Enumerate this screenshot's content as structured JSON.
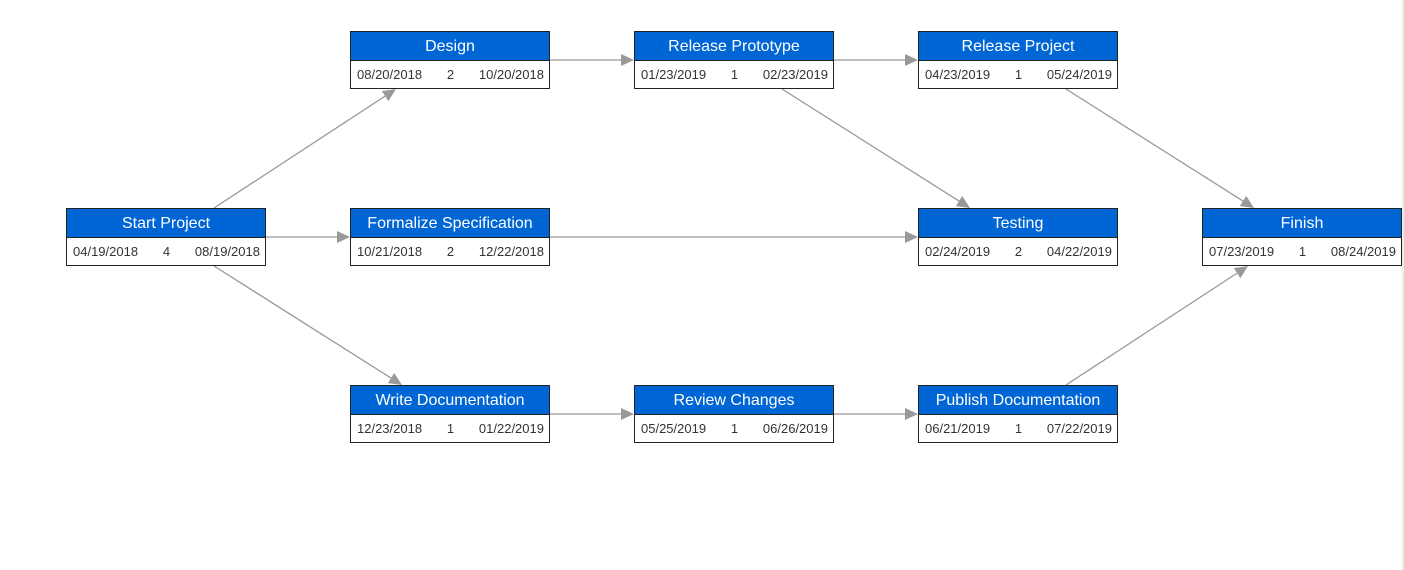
{
  "colors": {
    "node_header": "#0066d6",
    "edge": "#999999",
    "border": "#222222"
  },
  "nodes": {
    "start": {
      "title": "Start Project",
      "start": "04/19/2018",
      "duration": "4",
      "end": "08/19/2018"
    },
    "design": {
      "title": "Design",
      "start": "08/20/2018",
      "duration": "2",
      "end": "10/20/2018"
    },
    "formalize": {
      "title": "Formalize Specification",
      "start": "10/21/2018",
      "duration": "2",
      "end": "12/22/2018"
    },
    "writedoc": {
      "title": "Write Documentation",
      "start": "12/23/2018",
      "duration": "1",
      "end": "01/22/2019"
    },
    "prototype": {
      "title": "Release Prototype",
      "start": "01/23/2019",
      "duration": "1",
      "end": "02/23/2019"
    },
    "review": {
      "title": "Review Changes",
      "start": "05/25/2019",
      "duration": "1",
      "end": "06/26/2019"
    },
    "releaseproj": {
      "title": "Release Project",
      "start": "04/23/2019",
      "duration": "1",
      "end": "05/24/2019"
    },
    "testing": {
      "title": "Testing",
      "start": "02/24/2019",
      "duration": "2",
      "end": "04/22/2019"
    },
    "publishdoc": {
      "title": "Publish Documentation",
      "start": "06/21/2019",
      "duration": "1",
      "end": "07/22/2019"
    },
    "finish": {
      "title": "Finish",
      "start": "07/23/2019",
      "duration": "1",
      "end": "08/24/2019"
    }
  },
  "edges": [
    {
      "from": "start",
      "to": "design"
    },
    {
      "from": "start",
      "to": "formalize"
    },
    {
      "from": "start",
      "to": "writedoc"
    },
    {
      "from": "design",
      "to": "prototype"
    },
    {
      "from": "formalize",
      "to": "testing"
    },
    {
      "from": "writedoc",
      "to": "review"
    },
    {
      "from": "prototype",
      "to": "releaseproj"
    },
    {
      "from": "prototype",
      "to": "testing"
    },
    {
      "from": "review",
      "to": "publishdoc"
    },
    {
      "from": "releaseproj",
      "to": "finish"
    },
    {
      "from": "publishdoc",
      "to": "finish"
    }
  ]
}
